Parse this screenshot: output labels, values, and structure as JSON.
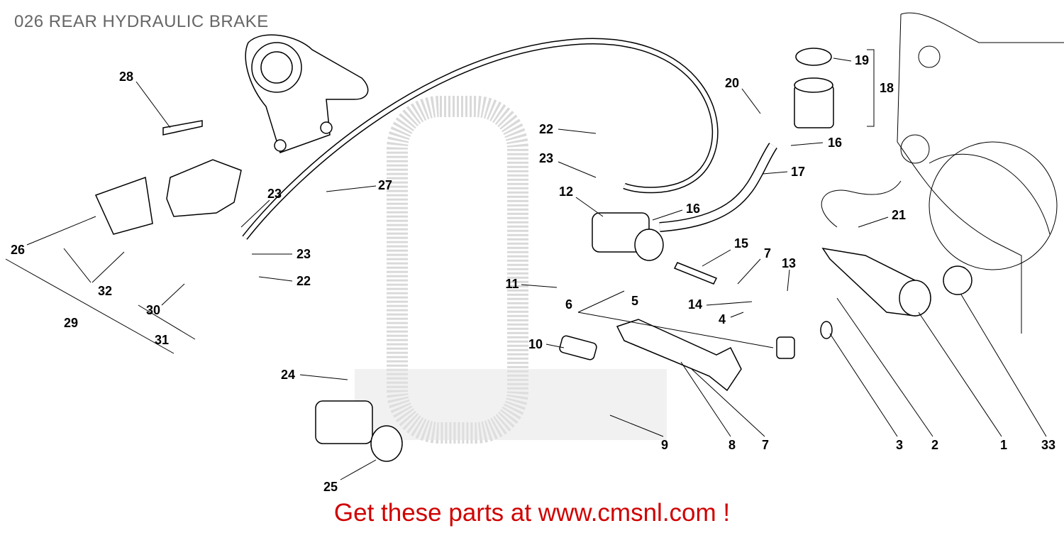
{
  "title": "026 REAR HYDRAULIC BRAKE",
  "promo": "Get these parts at www.cmsnl.com !",
  "colors": {
    "title": "#666666",
    "promo": "#d00000",
    "watermark": "#bbbbbb"
  },
  "callouts": [
    "28",
    "27",
    "23",
    "26",
    "32",
    "30",
    "29",
    "31",
    "23",
    "22",
    "22",
    "23",
    "12",
    "16",
    "20",
    "19",
    "18",
    "16",
    "17",
    "21",
    "15",
    "7",
    "13",
    "14",
    "4",
    "11",
    "6",
    "5",
    "10",
    "24",
    "9",
    "8",
    "7",
    "3",
    "2",
    "1",
    "33",
    "25"
  ]
}
